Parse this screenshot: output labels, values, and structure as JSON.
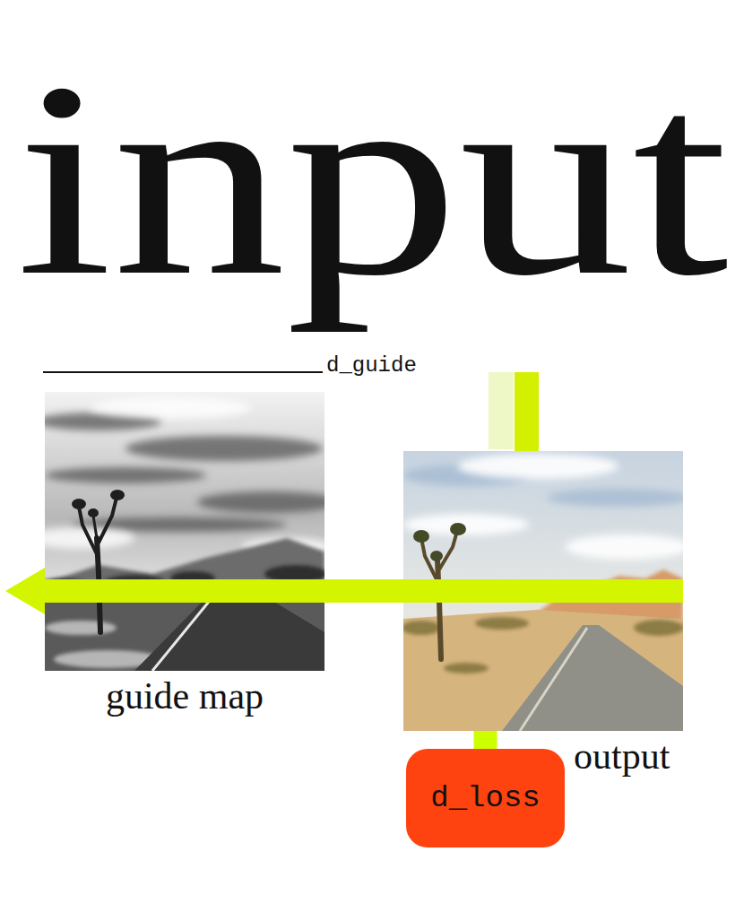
{
  "diagram": {
    "nodes": [
      {
        "text": [
          "guide map"
        ]
      },
      {
        "text": [
          "output"
        ]
      },
      {
        "text": [
          "d_loss"
        ]
      }
    ],
    "edges": [
      {
        "from": 1,
        "to": 0,
        "arrow": "to"
      },
      {
        "from": 2,
        "to": 1,
        "arrow": "none"
      }
    ],
    "labels": [
      "input",
      "d_guide"
    ]
  }
}
